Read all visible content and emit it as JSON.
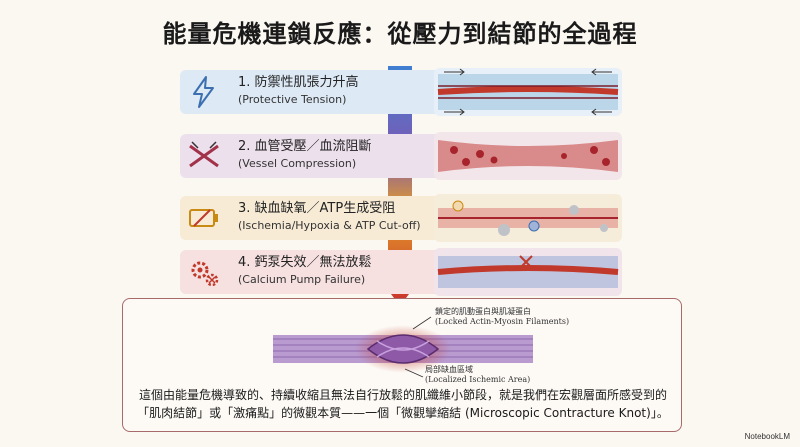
{
  "title": "能量危機連鎖反應：從壓力到結節的全過程",
  "steps": [
    {
      "zh": "1. 防禦性肌張力升高",
      "en": "(Protective Tension)",
      "icon": "lightning-icon",
      "bg": "#dde9f5"
    },
    {
      "zh": "2. 血管受壓／血流阻斷",
      "en": "(Vessel Compression)",
      "icon": "compressed-vessel-icon",
      "bg": "#ece0ec"
    },
    {
      "zh": "3. 缺血缺氧／ATP生成受阻",
      "en": "(Ischemia/Hypoxia & ATP Cut-off)",
      "icon": "empty-battery-icon",
      "bg": "#f7ebd5"
    },
    {
      "zh": "4. 鈣泵失效／無法放鬆",
      "en": "(Calcium Pump Failure)",
      "icon": "gears-icon",
      "bg": "#f6e0e0"
    }
  ],
  "annotations": {
    "top_zh": "鎖定的肌動蛋白與肌凝蛋白",
    "top_en": "(Locked Actin-Myosin Filaments)",
    "bottom_zh": "局部缺血區域",
    "bottom_en": "(Localized Ischemic Area)"
  },
  "caption": {
    "line1": "這個由能量危機導致的、持續收縮且無法自行放鬆的肌纖維小節段，就是我們在宏觀層面所感受到的",
    "line2": "「肌肉結節」或「激痛點」的微觀本質——一個「微觀攣縮結 (Microscopic Contracture Knot)」。"
  },
  "brand": "NotebookLM",
  "colors": {
    "accent_red": "#c0392b",
    "border": "#a76b6b"
  }
}
